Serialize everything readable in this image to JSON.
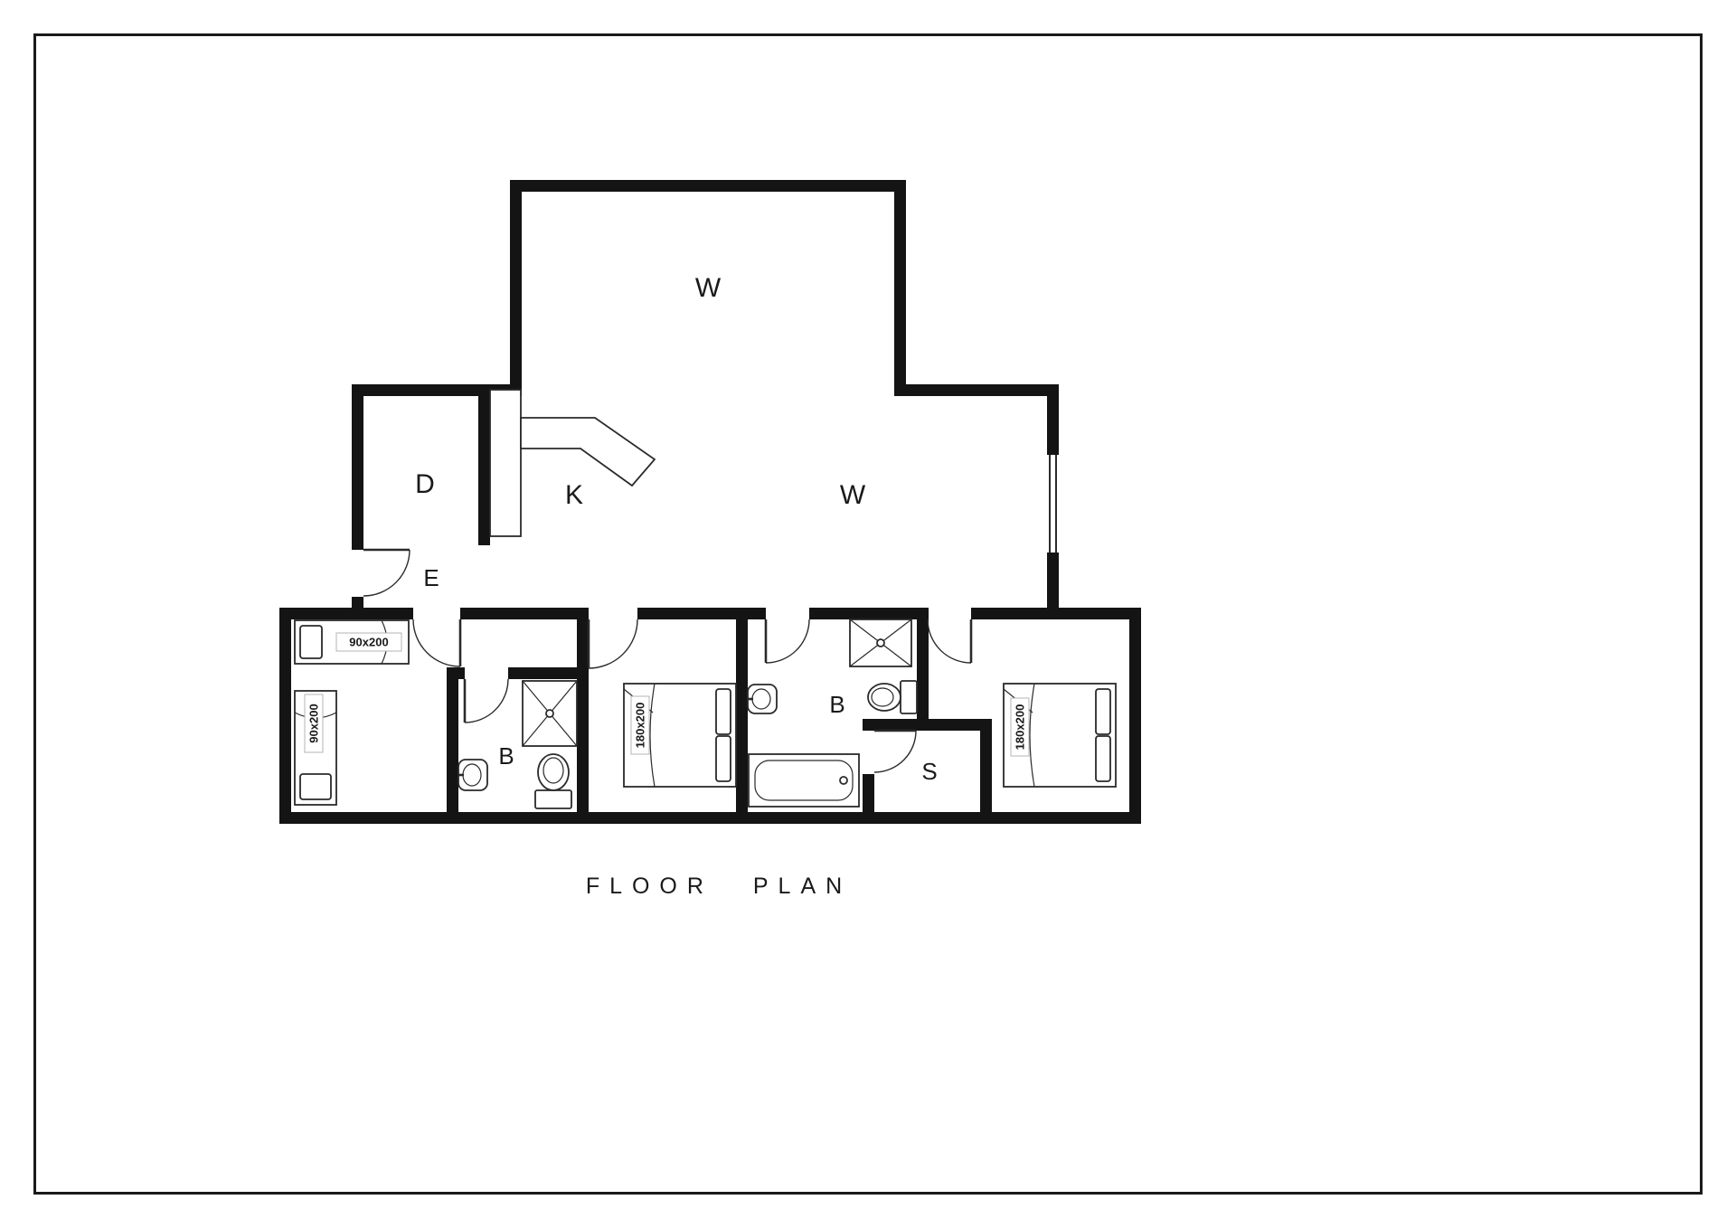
{
  "page": {
    "title": "FLOOR PLAN",
    "colors": {
      "wall": "#141414",
      "line": "#2a2a2a",
      "background": "#ffffff",
      "frame": "#1a1a1a"
    }
  },
  "rooms": {
    "living_upper": "W",
    "living_main": "W",
    "dining": "D",
    "kitchen": "K",
    "entry": "E",
    "bath_1": "B",
    "bath_2": "B",
    "storage": "S"
  },
  "beds": {
    "single_top": "90x200",
    "single_side": "90x200",
    "double_mid": "180x200",
    "double_right": "180x200"
  }
}
